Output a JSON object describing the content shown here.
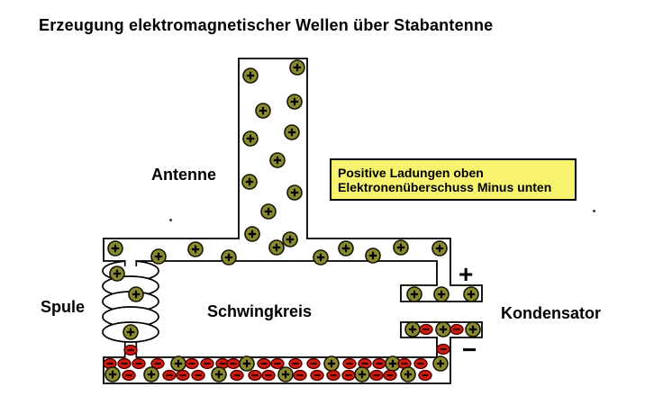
{
  "title": "Erzeugung elektromagnetischer Wellen über Stabantenne",
  "labels": {
    "antenna": "Antenne",
    "coil": "Spule",
    "oscillator": "Schwingkreis",
    "capacitor": "Kondensator",
    "plus_sign": "+",
    "minus_sign": "−"
  },
  "note_box": {
    "line1": "Positive Ladungen oben",
    "line2": "Elektronenüberschuss Minus unten",
    "bg_color": "#f8f36e"
  },
  "colors": {
    "background": "#ffffff",
    "outline": "#000000",
    "positive_fill": "#8a8a2e",
    "positive_stroke": "#151500",
    "positive_sign": "#000000",
    "negative_fill": "#cc1d10",
    "negative_stroke": "#550000",
    "negative_sign": "#3a0000"
  },
  "charges": {
    "antenna": [
      [
        278,
        84,
        "+"
      ],
      [
        330,
        75,
        "+"
      ],
      [
        327,
        113,
        "+"
      ],
      [
        292,
        123,
        "+"
      ],
      [
        324,
        147,
        "+"
      ],
      [
        278,
        154,
        "+"
      ],
      [
        308,
        178,
        "+"
      ],
      [
        277,
        202,
        "+"
      ],
      [
        327,
        214,
        "+"
      ],
      [
        298,
        235,
        "+"
      ],
      [
        280,
        260,
        "+"
      ],
      [
        322,
        266,
        "+"
      ]
    ],
    "top_tube": [
      [
        128,
        276,
        "+"
      ],
      [
        176,
        285,
        "+"
      ],
      [
        217,
        277,
        "+"
      ],
      [
        254,
        286,
        "+"
      ],
      [
        307,
        275,
        "+"
      ],
      [
        356,
        286,
        "+"
      ],
      [
        384,
        276,
        "+"
      ],
      [
        414,
        284,
        "+"
      ],
      [
        445,
        275,
        "+"
      ],
      [
        488,
        276,
        "+"
      ]
    ],
    "capacitor_top_plate": [
      [
        460,
        327,
        "+"
      ],
      [
        490,
        327,
        "+"
      ],
      [
        523,
        327,
        "+"
      ]
    ],
    "capacitor_bottom_plate": [
      [
        458,
        366,
        "+"
      ],
      [
        473,
        366,
        "-"
      ],
      [
        492,
        366,
        "+"
      ],
      [
        507,
        366,
        "-"
      ],
      [
        525,
        366,
        "+"
      ]
    ],
    "capacitor_wire": [
      [
        492,
        388,
        "-"
      ]
    ],
    "coil": [
      [
        130,
        304,
        "+"
      ],
      [
        151,
        327,
        "+"
      ],
      [
        145,
        369,
        "+"
      ]
    ],
    "coil_wire": [
      [
        145,
        389,
        "-"
      ]
    ],
    "bottom_tube_row1": [
      [
        122,
        404,
        "-"
      ],
      [
        138,
        404,
        "-"
      ],
      [
        154,
        404,
        "-"
      ],
      [
        175,
        404,
        "-"
      ],
      [
        198,
        404,
        "+"
      ],
      [
        213,
        404,
        "-"
      ],
      [
        230,
        404,
        "-"
      ],
      [
        247,
        404,
        "-"
      ],
      [
        259,
        404,
        "-"
      ],
      [
        274,
        404,
        "+"
      ],
      [
        293,
        404,
        "-"
      ],
      [
        308,
        404,
        "-"
      ],
      [
        328,
        404,
        "-"
      ],
      [
        348,
        404,
        "-"
      ],
      [
        368,
        404,
        "+"
      ],
      [
        388,
        404,
        "-"
      ],
      [
        405,
        404,
        "-"
      ],
      [
        421,
        404,
        "-"
      ],
      [
        436,
        404,
        "+"
      ],
      [
        449,
        404,
        "-"
      ],
      [
        467,
        404,
        "-"
      ],
      [
        489,
        404,
        "+"
      ]
    ],
    "bottom_tube_row2": [
      [
        125,
        416,
        "+"
      ],
      [
        143,
        417,
        "-"
      ],
      [
        168,
        416,
        "+"
      ],
      [
        188,
        417,
        "-"
      ],
      [
        203,
        417,
        "-"
      ],
      [
        220,
        417,
        "-"
      ],
      [
        243,
        416,
        "+"
      ],
      [
        263,
        417,
        "-"
      ],
      [
        283,
        417,
        "-"
      ],
      [
        298,
        417,
        "-"
      ],
      [
        317,
        416,
        "+"
      ],
      [
        333,
        417,
        "-"
      ],
      [
        352,
        417,
        "-"
      ],
      [
        370,
        417,
        "-"
      ],
      [
        387,
        417,
        "-"
      ],
      [
        402,
        416,
        "+"
      ],
      [
        418,
        417,
        "-"
      ],
      [
        433,
        417,
        "-"
      ],
      [
        453,
        416,
        "+"
      ],
      [
        472,
        417,
        "-"
      ]
    ]
  },
  "specks": [
    [
      188,
      243
    ],
    [
      658,
      233
    ]
  ]
}
